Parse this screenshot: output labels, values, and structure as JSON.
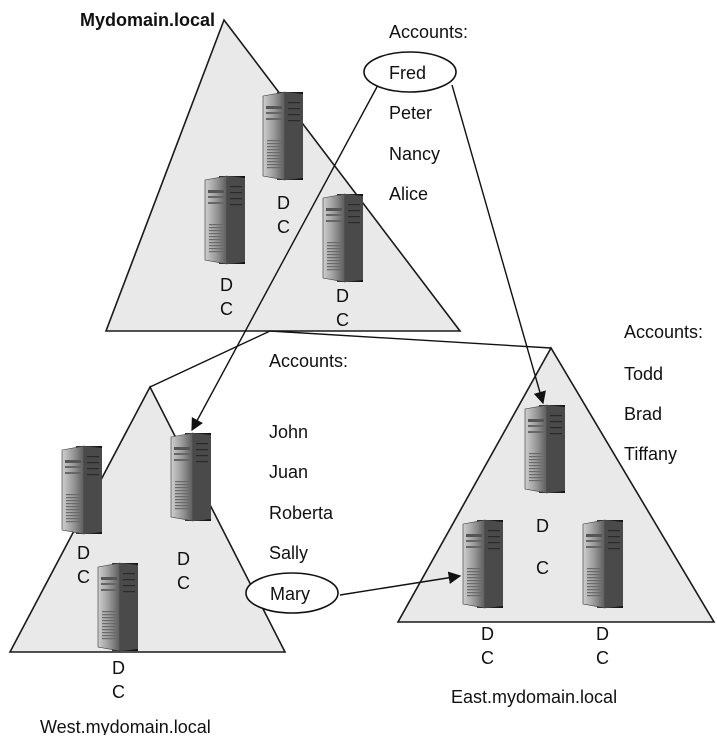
{
  "root_domain": {
    "name": "Mydomain.local",
    "accounts_header": "Accounts:",
    "accounts": [
      "Fred",
      "Peter",
      "Nancy",
      "Alice"
    ],
    "highlighted_account": "Fred"
  },
  "west_domain": {
    "name": "West.mydomain.local",
    "accounts_header": "Accounts:",
    "accounts": [
      "John",
      "Juan",
      "Roberta",
      "Sally",
      "Mary"
    ],
    "highlighted_account": "Mary"
  },
  "east_domain": {
    "name": "East.mydomain.local",
    "accounts_header": "Accounts:",
    "accounts": [
      "Todd",
      "Brad",
      "Tiffany"
    ]
  },
  "dc_label": {
    "line1": "D",
    "line2": "C"
  }
}
